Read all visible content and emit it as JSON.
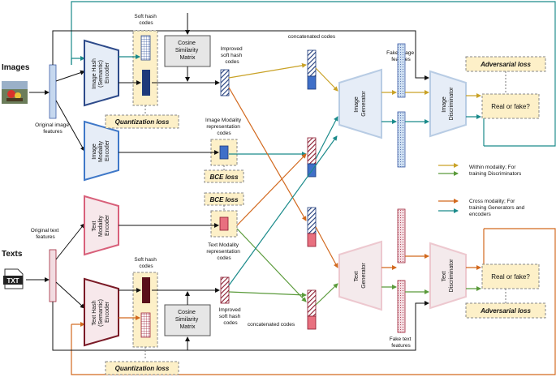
{
  "inputs": {
    "images": "Images",
    "texts": "Texts",
    "txt_icon": "TXT",
    "original_image_features": [
      "Original image",
      "features"
    ],
    "original_text_features": [
      "Original text",
      "features"
    ]
  },
  "encoders": {
    "image_hash": [
      "Image Hash",
      "(Semantic)",
      "Encoder"
    ],
    "image_modality": [
      "Image",
      "Modality",
      "Encoder"
    ],
    "text_modality": [
      "Text",
      "Modality",
      "Encoder"
    ],
    "text_hash": [
      "Text Hash",
      "(Semantic)",
      "Encoder"
    ]
  },
  "codes": {
    "soft_hash_codes_top": [
      "Soft hash",
      "codes"
    ],
    "soft_hash_codes_bottom": [
      "Soft hash",
      "codes"
    ],
    "improved_top": [
      "Improved",
      "soft hash",
      "codes"
    ],
    "improved_bottom": [
      "Improved",
      "soft hash",
      "codes"
    ],
    "image_modality_codes": [
      "Image Modality",
      "representation",
      "codes"
    ],
    "text_modality_codes": [
      "Text Modality",
      "representation",
      "codes"
    ],
    "concatenated_top": "concatenated codes",
    "concatenated_bottom": "concatenated codes"
  },
  "matrices": {
    "top": [
      "Cosine",
      "Similarity",
      "Matrix"
    ],
    "bottom": [
      "Cosine",
      "Similarity",
      "Matrix"
    ]
  },
  "losses": {
    "quantization_top": "Quantization loss",
    "quantization_bottom": "Quantization loss",
    "bce_top": "BCE loss",
    "bce_bottom": "BCE loss",
    "adversarial_top": "Adversarial loss",
    "adversarial_bottom": "Adversarial loss"
  },
  "generators": {
    "image": [
      "Image",
      "Generator"
    ],
    "text": [
      "Text",
      "Generator"
    ]
  },
  "discriminators": {
    "image": [
      "Image",
      "Discriminator"
    ],
    "text": [
      "Text",
      "Discriminator"
    ],
    "real_or_fake_top": "Real or fake?",
    "real_or_fake_bottom": "Real or fake?"
  },
  "fake_features": {
    "image": [
      "Fake image",
      "features"
    ],
    "text": [
      "Fake text",
      "features"
    ]
  },
  "legend": {
    "within": [
      "Within modality; For",
      "training Discriminators"
    ],
    "cross": [
      "Cross modality; For",
      "training Generators and",
      "encoders"
    ]
  },
  "colors": {
    "image_blue": "#3f5fa8",
    "text_red": "#a0263b",
    "teal": "#1a8a8a",
    "gold": "#c9a227",
    "orange": "#d2691e",
    "green": "#5a9a3a",
    "loss_fill": "#fdf0c8"
  }
}
